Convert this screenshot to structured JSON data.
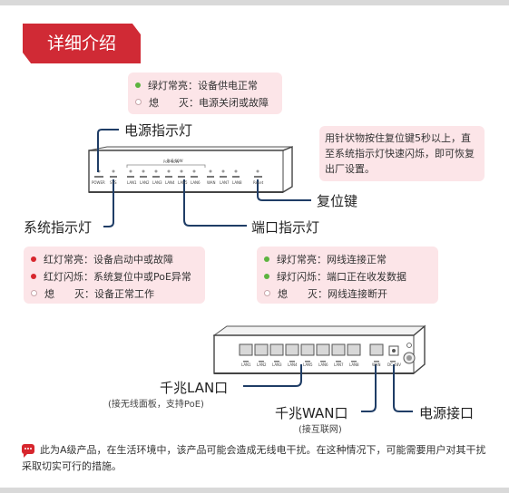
{
  "section_title": "详细介绍",
  "power_led_notes": [
    {
      "dot": "green",
      "text": "绿灯常亮：设备供电正常"
    },
    {
      "dot": "off",
      "text": "熄　　灭：电源关闭或故障"
    }
  ],
  "labels": {
    "power_indicator": "电源指示灯",
    "reset_button": "复位键",
    "system_indicator": "系统指示灯",
    "port_indicator": "端口指示灯",
    "gigabit_lan": "千兆LAN口",
    "gigabit_lan_sub": "(接无线面板，支持PoE)",
    "gigabit_wan": "千兆WAN口",
    "gigabit_wan_sub": "(接互联网)",
    "power_port": "电源接口"
  },
  "reset_note": "用针状物按住复位键5秒以上，直至系统指示灯快速闪烁，即可恢复出厂设置。",
  "system_led_notes": [
    {
      "dot": "red",
      "text": "红灯常亮：设备启动中或故障"
    },
    {
      "dot": "red",
      "text": "红灯闪烁：系统复位中或PoE异常"
    },
    {
      "dot": "off",
      "text": "熄　　灭：设备正常工作"
    }
  ],
  "port_led_notes": [
    {
      "dot": "green",
      "text": "绿灯常亮：网线连接正常"
    },
    {
      "dot": "green",
      "text": "绿灯闪烁：端口正在收发数据"
    },
    {
      "dot": "off",
      "text": "熄　　灭：网线连接断开"
    }
  ],
  "front_panel": {
    "power": "POWER",
    "sys": "SYS",
    "ports": [
      "LAN1",
      "LAN2",
      "LAN3",
      "LAN4",
      "LAN5",
      "LAN6",
      "WAN",
      "LAN7",
      "LAN8"
    ],
    "poe_group": "PoE 60W",
    "reset": "Reset"
  },
  "rear_panel": {
    "lan_ports": [
      "LAN1",
      "LAN2",
      "LAN3",
      "LAN4",
      "LAN5",
      "LAN6",
      "LAN7",
      "LAN8"
    ],
    "wan": "WAN",
    "dc": "DC 48V"
  },
  "bottom_note": "此为A级产品，在生活环境中，该产品可能会造成无线电干扰。在这种情况下，可能需要用户对其干扰采取切实可行的措施。",
  "colors": {
    "accent": "#d02a35",
    "note_bg": "#fce5e8",
    "green_dot": "#5cb43f",
    "red_dot": "#d7262d"
  }
}
